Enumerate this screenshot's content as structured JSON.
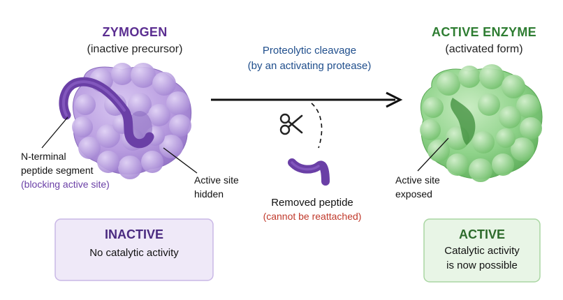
{
  "zymogen": {
    "title": "ZYMOGEN",
    "subtitle": "(inactive precursor)",
    "peptide_label_line1": "N-terminal",
    "peptide_label_line2": "peptide segment",
    "peptide_label_line3": "(blocking active site)",
    "site_label_line1": "Active site",
    "site_label_line2": "hidden",
    "status_title": "INACTIVE",
    "status_desc": "No catalytic activity"
  },
  "process": {
    "label_line1": "Proteolytic cleavage",
    "label_line2": "(by an activating protease)",
    "icon": "scissors-icon",
    "removed_label": "Removed peptide",
    "removed_note": "(cannot be reattached)"
  },
  "enzyme": {
    "title": "ACTIVE ENZYME",
    "subtitle": "(activated form)",
    "site_label_line1": "Active site",
    "site_label_line2": "exposed",
    "status_title": "ACTIVE",
    "status_desc_line1": "Catalytic activity",
    "status_desc_line2": "is now possible"
  },
  "colors": {
    "zymogen_title": "#5b2e91",
    "zymogen_body": "#b79be0",
    "peptide": "#6a3fa6",
    "process_text": "#1f4e8c",
    "removed_note": "#c0392b",
    "enzyme_title": "#2e7d32",
    "enzyme_body": "#8fd48a",
    "inactive_box_bg": "#efe9f8",
    "inactive_box_border": "#c9b7e6",
    "active_box_bg": "#e8f5e6",
    "active_box_border": "#a9d6a2"
  }
}
